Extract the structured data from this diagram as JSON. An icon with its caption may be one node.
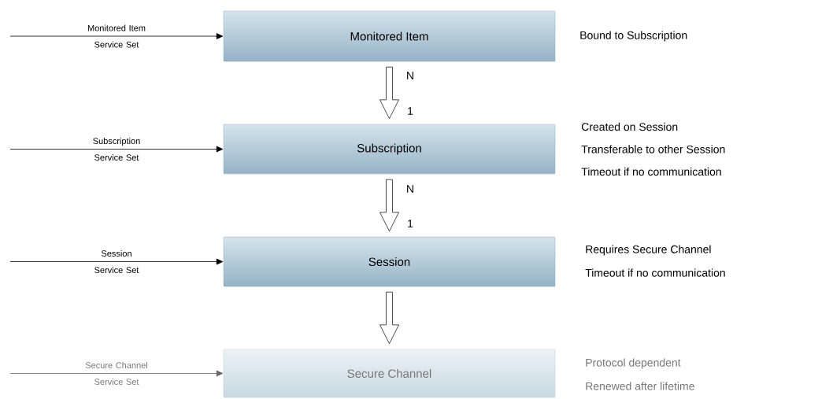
{
  "diagram": {
    "nodes": [
      {
        "text": [
          "Monitored Item"
        ],
        "beside": [
          "Bound to Subscription"
        ]
      },
      {
        "text": [
          "Subscription"
        ],
        "beside": [
          "Created on Session",
          "Transferable to other Session",
          "Timeout if no communication"
        ]
      },
      {
        "text": [
          "Session"
        ],
        "beside": [
          "Requires Secure Channel",
          "Timeout if no communication"
        ]
      },
      {
        "text": [
          "Secure Channel"
        ],
        "beside": [
          "Protocol dependent",
          "Renewed after lifetime"
        ]
      }
    ],
    "edges": [
      {
        "from": null,
        "to": 0,
        "arrow": "to",
        "label": "Monitored Item Service Set"
      },
      {
        "from": null,
        "to": 1,
        "arrow": "to",
        "label": "Subscription Service Set"
      },
      {
        "from": null,
        "to": 2,
        "arrow": "to",
        "label": "Session Service Set"
      },
      {
        "from": null,
        "to": 3,
        "arrow": "to",
        "label": "Secure Channel Service Set",
        "color": "#666666"
      },
      {
        "from": 0,
        "to": 1,
        "arrow": "to"
      },
      {
        "from": 1,
        "to": 2,
        "arrow": "to"
      },
      {
        "from": 2,
        "to": 3,
        "arrow": "to"
      }
    ],
    "labels": [
      "N",
      "1",
      "N",
      "1"
    ]
  }
}
